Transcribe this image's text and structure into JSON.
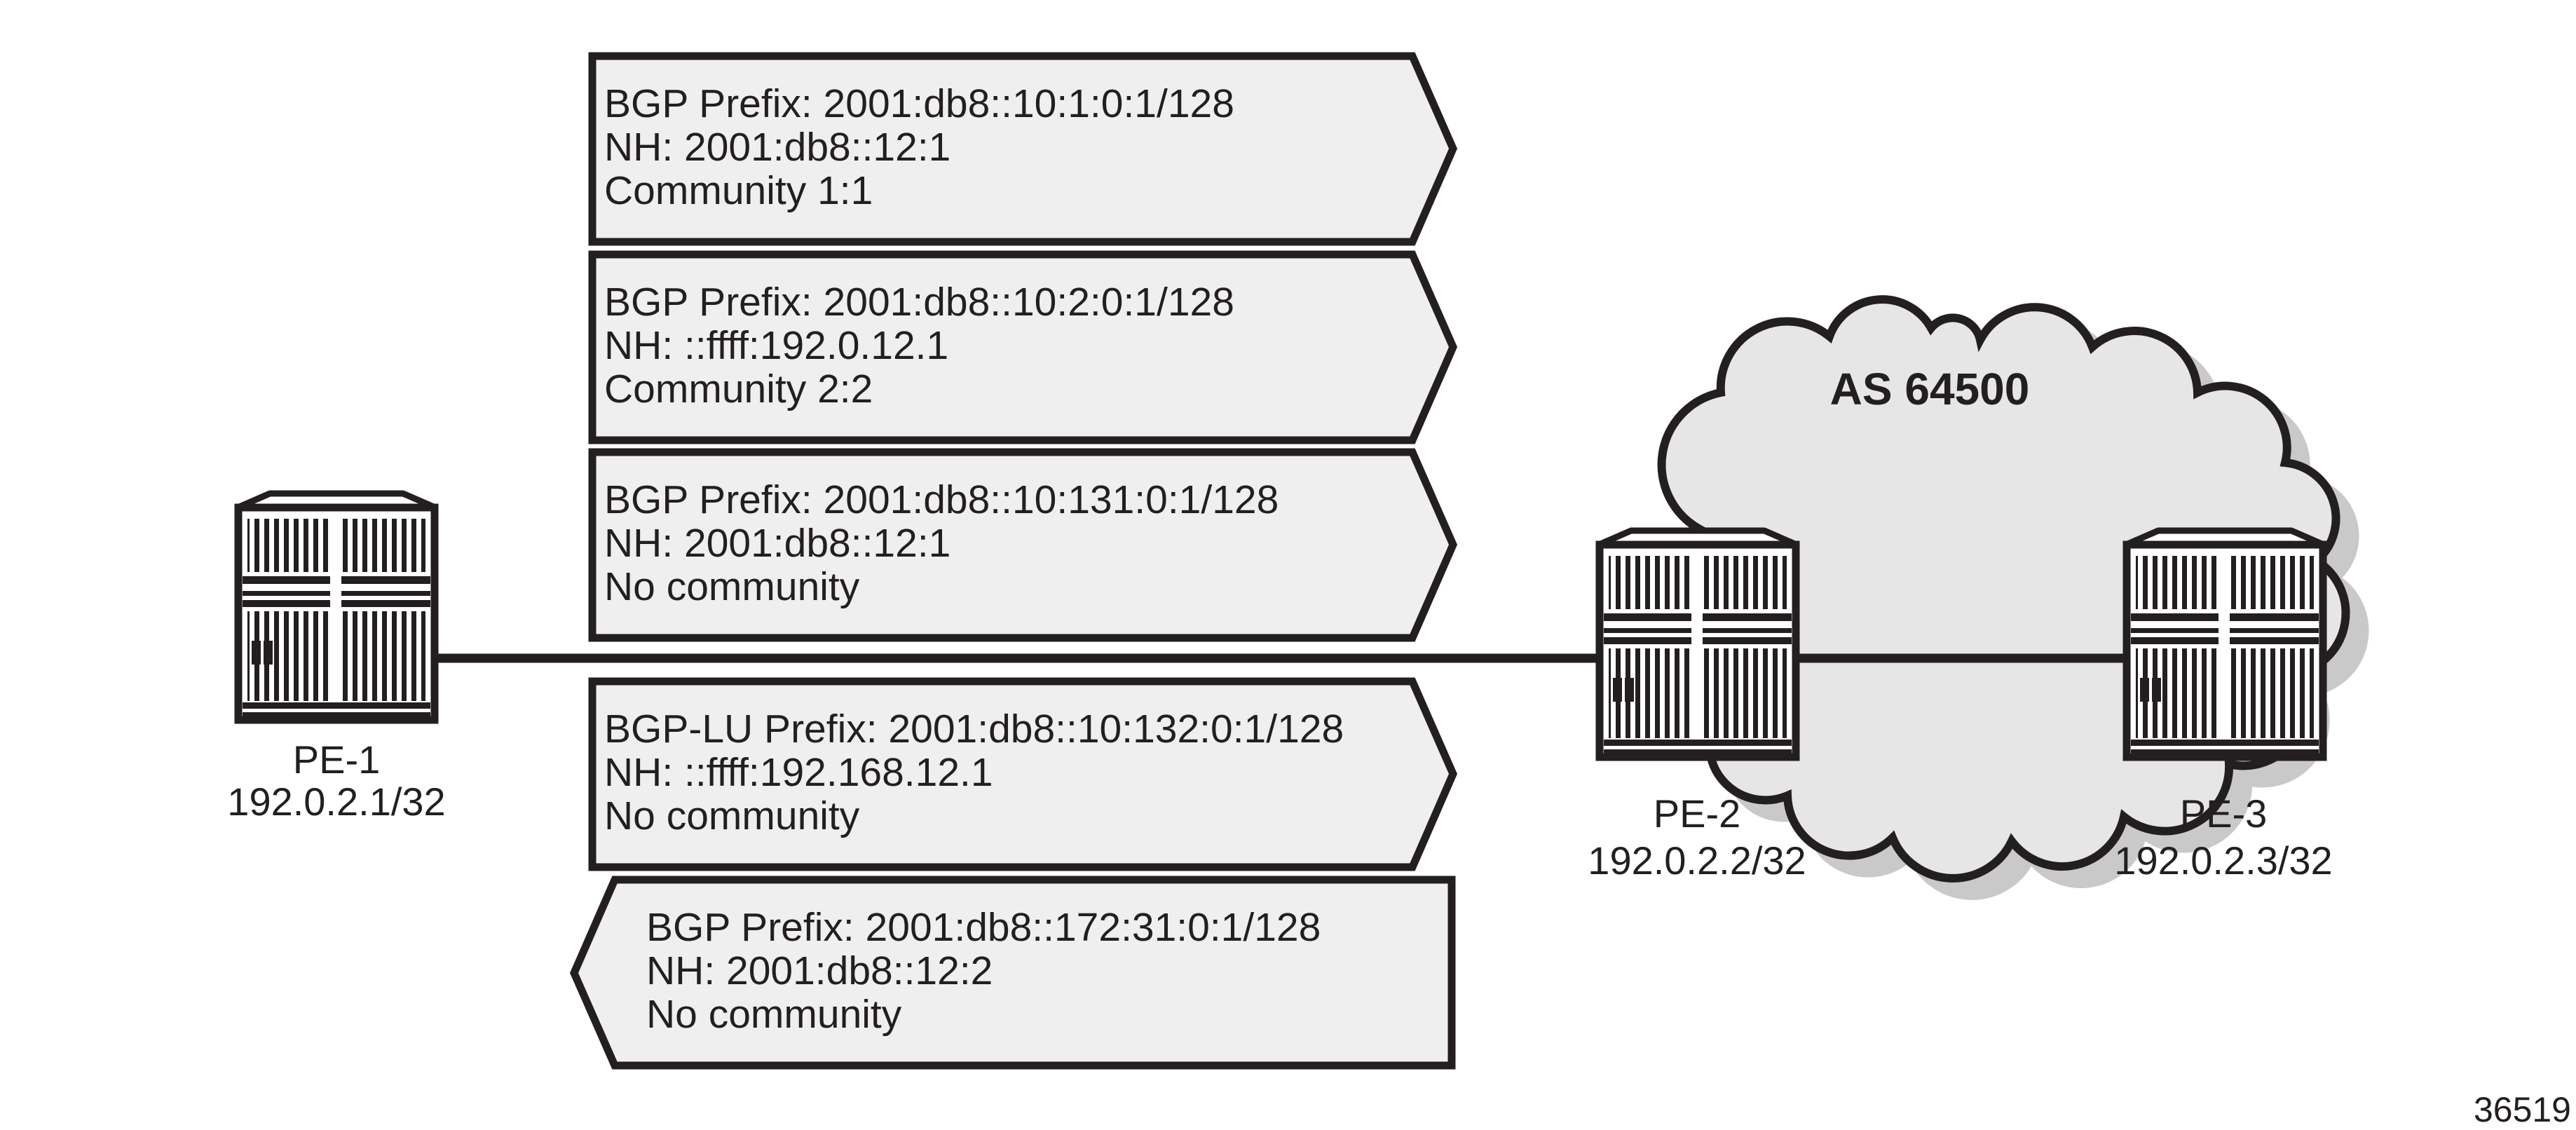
{
  "diagram": {
    "title_implicit": "BGP IPv6 route advertisements between PE routers",
    "colors": {
      "ink": "#231f20",
      "callout_fill": "#efefef",
      "cloud_fill": "#e6e6e6",
      "cloud_shadow": "#c9c9c9",
      "background": "#ffffff"
    },
    "callouts": [
      {
        "direction": "right",
        "lines": [
          "BGP Prefix: 2001:db8::10:1:0:1/128",
          "NH: 2001:db8::12:1",
          "Community 1:1"
        ]
      },
      {
        "direction": "right",
        "lines": [
          "BGP Prefix: 2001:db8::10:2:0:1/128",
          "NH: ::ffff:192.0.12.1",
          "Community 2:2"
        ]
      },
      {
        "direction": "right",
        "lines": [
          "BGP Prefix: 2001:db8::10:131:0:1/128",
          "NH: 2001:db8::12:1",
          "No community"
        ]
      },
      {
        "direction": "right",
        "lines": [
          "BGP-LU Prefix: 2001:db8::10:132:0:1/128",
          "NH: ::ffff:192.168.12.1",
          "No community"
        ]
      },
      {
        "direction": "left",
        "lines": [
          "BGP Prefix: 2001:db8::172:31:0:1/128",
          "NH: 2001:db8::12:2",
          "No community"
        ]
      }
    ],
    "routers": [
      {
        "name": "PE-1",
        "address": "192.0.2.1/32"
      },
      {
        "name": "PE-2",
        "address": "192.0.2.2/32"
      },
      {
        "name": "PE-3",
        "address": "192.0.2.3/32"
      }
    ],
    "cloud": {
      "label": "AS 64500"
    },
    "links": [
      {
        "from": "PE-1",
        "to": "PE-2"
      },
      {
        "from": "PE-2",
        "to": "PE-3"
      }
    ],
    "figure_number": "36519"
  }
}
